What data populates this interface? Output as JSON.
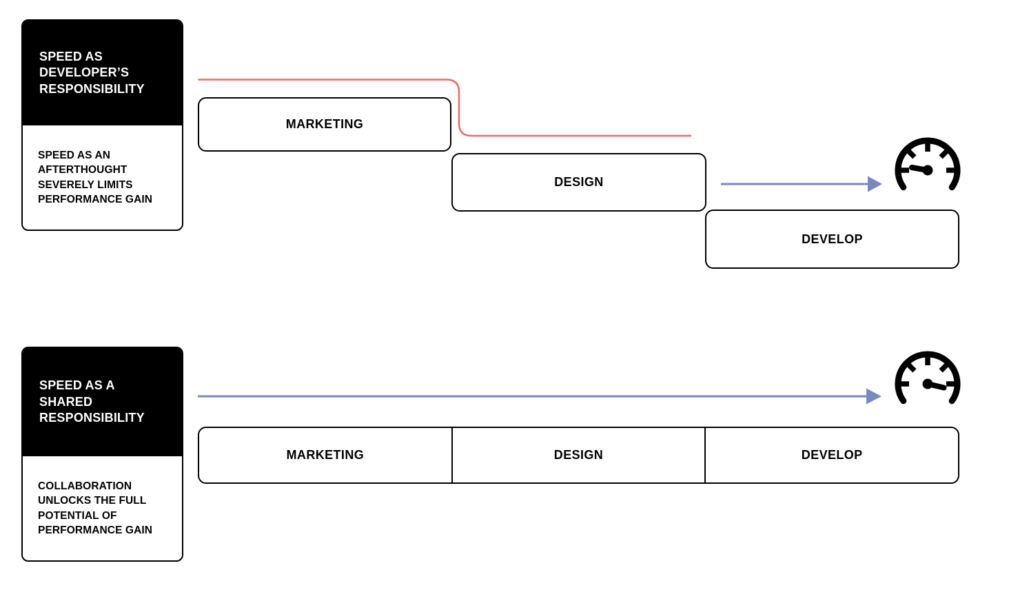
{
  "colors": {
    "handoff_line": "#E66B63",
    "speed_arrow": "#7888C1",
    "card_bg": "#000000",
    "box_border": "#000000"
  },
  "top_flow": {
    "card": {
      "title_lines": [
        "SPEED AS",
        "DEVELOPER’S",
        "RESPONSIBILITY"
      ],
      "subtitle_lines": [
        "SPEED AS AN",
        "AFTERTHOUGHT",
        "SEVERELY LIMITS",
        "PERFORMANCE GAIN"
      ]
    },
    "stages": [
      {
        "label": "MARKETING"
      },
      {
        "label": "DESIGN"
      },
      {
        "label": "DEVELOP"
      }
    ],
    "icon": "speedometer-slow-icon"
  },
  "bottom_flow": {
    "card": {
      "title_lines": [
        "SPEED AS A",
        "SHARED",
        "RESPONSIBILITY"
      ],
      "subtitle_lines": [
        "COLLABORATION",
        "UNLOCKS THE FULL",
        "POTENTIAL OF",
        "PERFORMANCE GAIN"
      ]
    },
    "stages": [
      {
        "label": "MARKETING"
      },
      {
        "label": "DESIGN"
      },
      {
        "label": "DEVELOP"
      }
    ],
    "icon": "speedometer-fast-icon"
  }
}
